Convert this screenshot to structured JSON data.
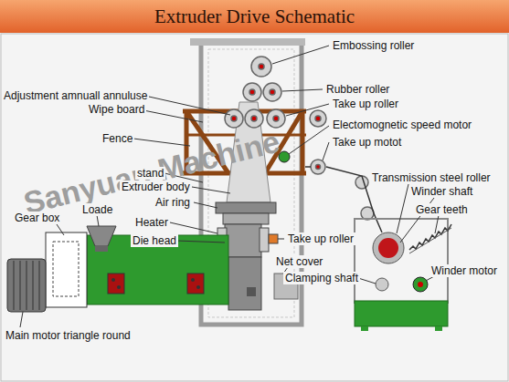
{
  "diagram": {
    "title": "Extruder Drive Schematic",
    "labels": [
      "Embossing roller",
      "Adjustment amnuall annuluse",
      "Rubber roller",
      "Wipe board",
      "Take up roller",
      "Electomognetic speed motor",
      "Fence",
      "Take up motot",
      "stand",
      "Extruder body",
      "Air ring",
      "Transmission steel roller",
      "Winder shaft",
      "Gear teeth",
      "Gear box",
      "Loade",
      "Heater",
      "Die head",
      "Take up roller",
      "Net cover",
      "Clamping shaft",
      "Winder motor",
      "Main motor triangle round",
      "Sanyuan Machine"
    ]
  }
}
